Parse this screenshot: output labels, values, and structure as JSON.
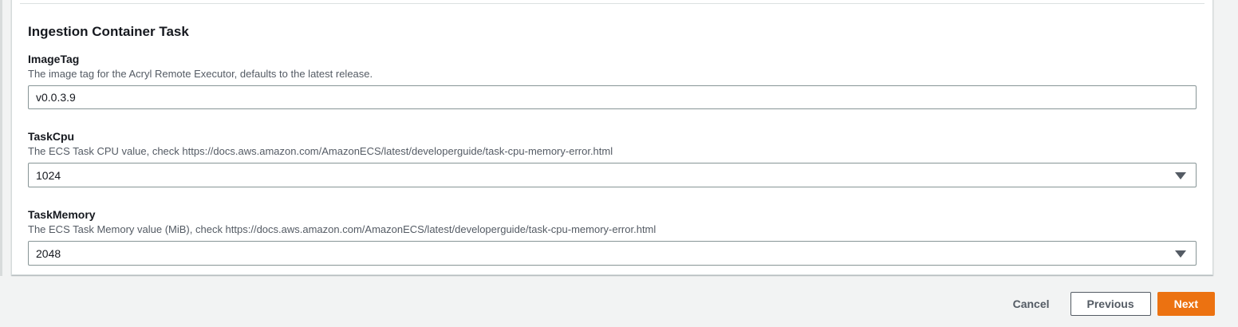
{
  "panel": {
    "heading": "Ingestion Container Task",
    "fields": [
      {
        "label": "ImageTag",
        "description": "The image tag for the Acryl Remote Executor, defaults to the latest release.",
        "value": "v0.0.3.9",
        "control": "text-input"
      },
      {
        "label": "TaskCpu",
        "description": "The ECS Task CPU value, check https://docs.aws.amazon.com/AmazonECS/latest/developerguide/task-cpu-memory-error.html",
        "value": "1024",
        "control": "select",
        "icon": "chevron-down-icon"
      },
      {
        "label": "TaskMemory",
        "description": "The ECS Task Memory value (MiB), check https://docs.aws.amazon.com/AmazonECS/latest/developerguide/task-cpu-memory-error.html",
        "value": "2048",
        "control": "select",
        "icon": "chevron-down-icon"
      }
    ]
  },
  "footer": {
    "cancel_label": "Cancel",
    "previous_label": "Previous",
    "next_label": "Next"
  },
  "colors": {
    "accent": "#ec7211",
    "page_background": "#f2f3f3",
    "panel_background": "#ffffff",
    "panel_border": "#d5dbdb",
    "input_border": "#879596",
    "label_text": "#16191f",
    "description_text": "#545b64",
    "button_secondary_text": "#545b64"
  }
}
